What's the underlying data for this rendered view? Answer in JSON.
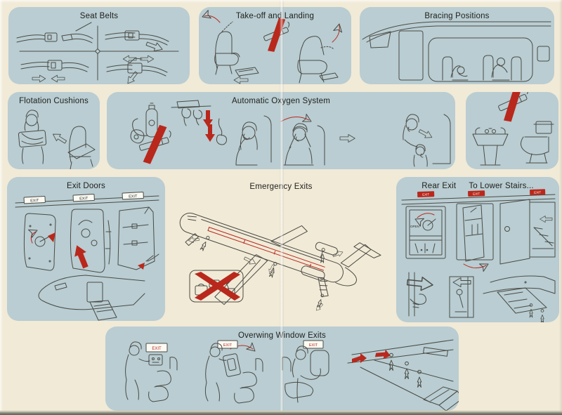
{
  "colors": {
    "card_background": "#f1ead7",
    "panel_background": "#b9cdd2",
    "accent_red": "#b9281c",
    "line_art": "#4b4b45"
  },
  "panels": {
    "seat_belts": {
      "title": "Seat Belts"
    },
    "takeoff_landing": {
      "title": "Take-off and Landing"
    },
    "bracing_positions": {
      "title": "Bracing Positions"
    },
    "flotation_cushions": {
      "title": "Flotation Cushions"
    },
    "oxygen_system": {
      "title": "Automatic Oxygen System"
    },
    "exit_doors": {
      "title": "Exit Doors",
      "placard_text": "EXIT"
    },
    "emergency_exits": {
      "title": "Emergency Exits"
    },
    "rear_exit": {
      "title_left": "Rear Exit",
      "title_right": "To Lower Stairs...",
      "exit_sign_text": "EXIT",
      "open_label": "OPEN"
    },
    "overwing_exits": {
      "title": "Overwing Window Exits",
      "exit_sign_text": "EXIT"
    }
  }
}
